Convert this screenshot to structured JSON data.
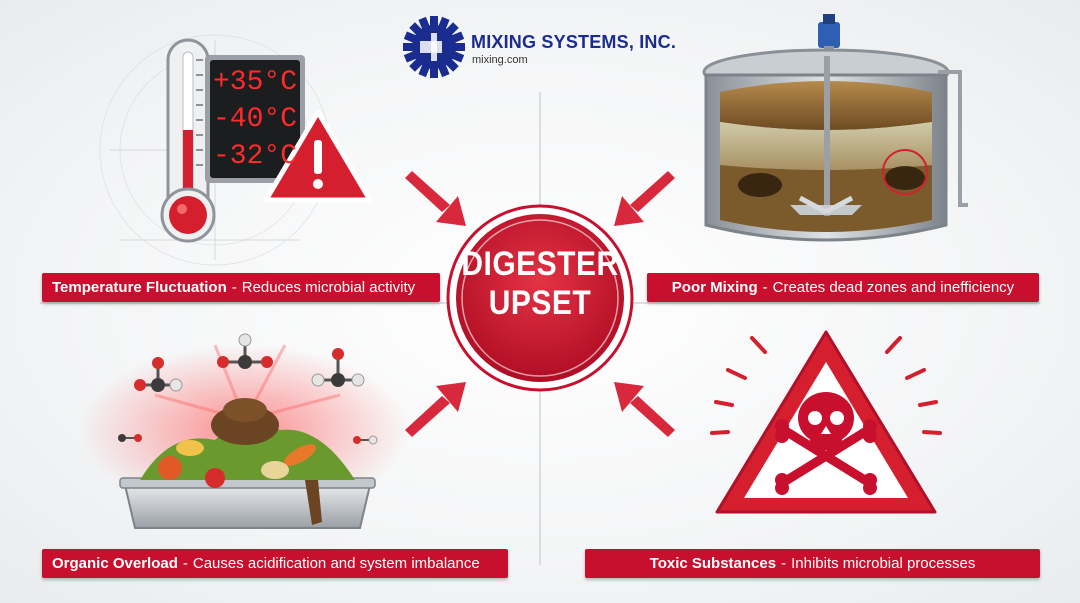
{
  "brand": {
    "name": "MIXING SYSTEMS, INC.",
    "url": "mixing.com",
    "logo_color": "#1a2d8f",
    "accent": "#c8102e"
  },
  "center": {
    "line1": "DIGESTER",
    "line2": "UPSET"
  },
  "thermometer": {
    "readings": [
      "+35°C",
      "-40°C",
      "-32°C"
    ]
  },
  "causes": [
    {
      "title": "Temperature Fluctuation",
      "desc": "Reduces microbial activity",
      "icon": "thermometer-icon"
    },
    {
      "title": "Poor Mixing",
      "desc": "Creates dead zones and inefficiency",
      "icon": "digester-tank-icon"
    },
    {
      "title": "Organic Overload",
      "desc": "Causes acidification and system imbalance",
      "icon": "organic-waste-icon"
    },
    {
      "title": "Toxic Substances",
      "desc": "Inhibits microbial processes",
      "icon": "skull-warning-icon"
    }
  ]
}
